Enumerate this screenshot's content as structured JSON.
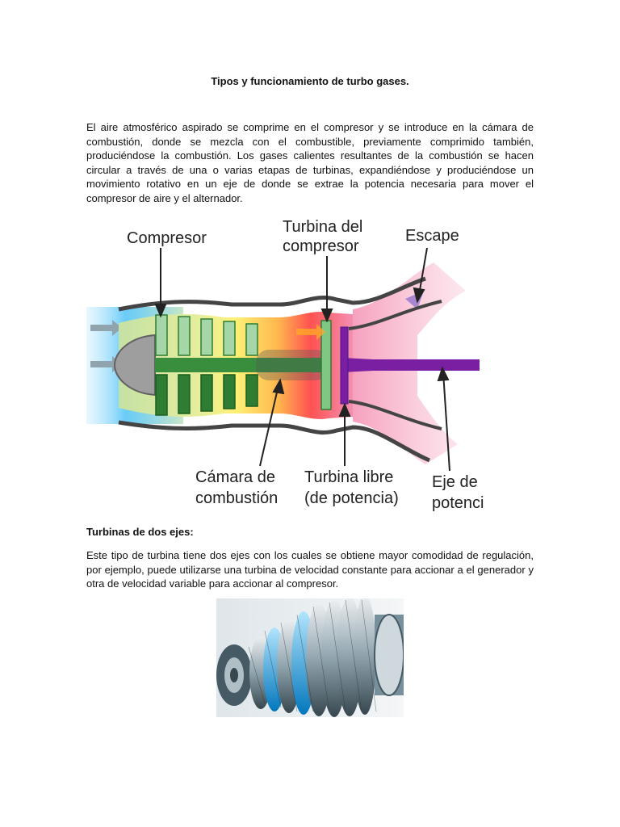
{
  "document": {
    "title": "Tipos y funcionamiento de turbo gases.",
    "intro_paragraph": "El aire atmosférico aspirado se comprime en el compresor y se introduce en la cámara de combustión, donde se mezcla con el combustible, previamente comprimido también, produciéndose la combustión. Los gases calientes resultantes de la combustión se hacen circular a través de una o varias etapas de turbinas, expandiéndose y produciéndose un movimiento rotativo en un eje de donde se extrae la potencia necesaria para mover el compresor de aire y el alternador.",
    "section_heading": "Turbinas de dos ejes:",
    "section_paragraph": "Este tipo de turbina tiene dos ejes con los cuales se obtiene mayor comodidad de regulación, por ejemplo, puede utilizarse una turbina de velocidad constante para accionar a el generador y otra de velocidad variable para accionar al compresor."
  },
  "diagram": {
    "labels": {
      "compresor": "Compresor",
      "turbina_compresor_1": "Turbina del",
      "turbina_compresor_2": "compresor",
      "escape": "Escape",
      "camara_1": "Cámara de",
      "camara_2": "combustión",
      "turbina_libre_1": "Turbina libre",
      "turbina_libre_2": "(de potencia)",
      "eje_1": "Eje de",
      "eje_2": "potenci"
    },
    "colors": {
      "compressor_blade": "#2e7d32",
      "compressor_blade_light": "#a5d6a7",
      "power_shaft": "#7b1fa2",
      "combustion_hot": "#ff7043",
      "combustion_warm": "#ffeb3b",
      "intake_air": "#81d4fa",
      "exhaust": "#f8bbd0"
    }
  },
  "photo": {
    "icon": "turbine-rotor-photo"
  }
}
